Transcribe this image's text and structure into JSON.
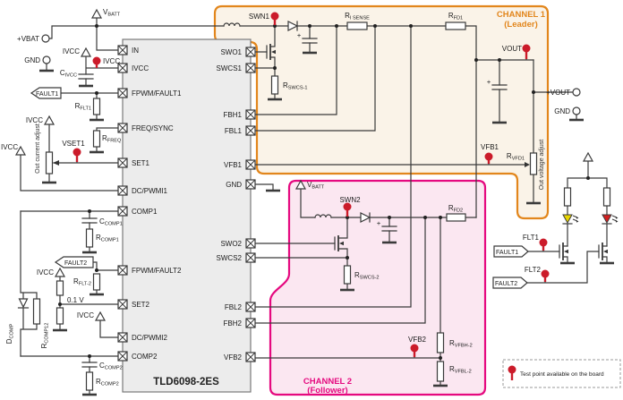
{
  "chip": {
    "name": "TLD6098-2ES",
    "left_pins": [
      "IN",
      "IVCC",
      "FPWM/FAULT1",
      "FREQ/SYNC",
      "SET1",
      "DC/PWMI1",
      "COMP1",
      "FPWM/FAULT2",
      "SET2",
      "DC/PWMI2",
      "COMP2"
    ],
    "right_pins": [
      "SWO1",
      "SWCS1",
      "FBH1",
      "FBL1",
      "VFB1",
      "GND",
      "SWO2",
      "SWCS2",
      "FBL2",
      "FBH2",
      "VFB2"
    ]
  },
  "channels": {
    "ch1": {
      "title": "CHANNEL 1",
      "subtitle": "(Leader)",
      "color": "#E2861C"
    },
    "ch2": {
      "title": "CHANNEL 2",
      "subtitle": "(Follower)",
      "color": "#E5097F"
    }
  },
  "terminals": {
    "vbat": "+VBAT",
    "gnd_left": "GND",
    "vout": "+VOUT",
    "gnd_right": "GND"
  },
  "supplies": {
    "vbatt_base": "V",
    "vbatt_sub": "BATT",
    "ivcc": "IVCC"
  },
  "test_points": {
    "color": "#CB1B2A",
    "ivcc": "IVCC",
    "vset1": "VSET1",
    "swn1": "SWN1",
    "vout": "VOUT",
    "vfb1": "VFB1",
    "swn2": "SWN2",
    "vfb2": "VFB2",
    "flt1": "FLT1",
    "flt2": "FLT2"
  },
  "signals": {
    "fault1_out": "FAULT1",
    "fault2_out": "FAULT2",
    "fault1_in": "FAULT1",
    "fault2_in": "FAULT2"
  },
  "components": {
    "c_ivcc": {
      "b": "C",
      "s": "IVCC"
    },
    "r_flt1": {
      "b": "R",
      "s": "FLT1"
    },
    "r_freq": {
      "b": "R",
      "s": "FREQ"
    },
    "c_comp1": {
      "b": "C",
      "s": "COMP1"
    },
    "r_comp1": {
      "b": "R",
      "s": "COMP1"
    },
    "r_flt2": {
      "b": "R",
      "s": "FLT-2"
    },
    "d_comp": {
      "b": "D",
      "s": "COMP"
    },
    "r_comp12": {
      "b": "R",
      "s": "COMP12"
    },
    "c_comp2": {
      "b": "C",
      "s": "COMP2"
    },
    "r_comp2": {
      "b": "R",
      "s": "COMP2"
    },
    "r_swcs1": {
      "b": "R",
      "s": "SWCS-1"
    },
    "r_swcs2": {
      "b": "R",
      "s": "SWCS-2"
    },
    "r_isense": {
      "b": "R",
      "s": "I SENSE"
    },
    "r_fd1": {
      "b": "R",
      "s": "FD1"
    },
    "r_fd2": {
      "b": "R",
      "s": "FD2"
    },
    "r_vfd1": {
      "b": "R",
      "s": "VFD1"
    },
    "r_vfbh2": {
      "b": "R",
      "s": "VFBH-2"
    },
    "r_vfbl2": {
      "b": "R",
      "s": "VFBL-2"
    }
  },
  "annotations": {
    "out_current_adjust": "Out current adjust",
    "out_voltage_adjust": "Out voltage adjust",
    "set2_ref": "0.1 V"
  },
  "legend": {
    "text": "Test point available on the board"
  }
}
